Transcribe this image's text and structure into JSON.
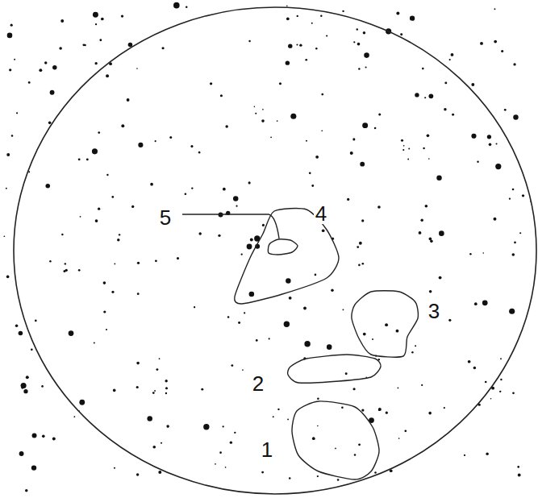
{
  "diagram": {
    "nodes": [
      {
        "text": [
          "4"
        ]
      },
      {
        "text": [
          "5"
        ],
        "in": 0
      },
      {
        "text": [
          "3"
        ]
      },
      {
        "text": [
          "2"
        ]
      },
      {
        "text": [
          "1"
        ]
      }
    ]
  }
}
